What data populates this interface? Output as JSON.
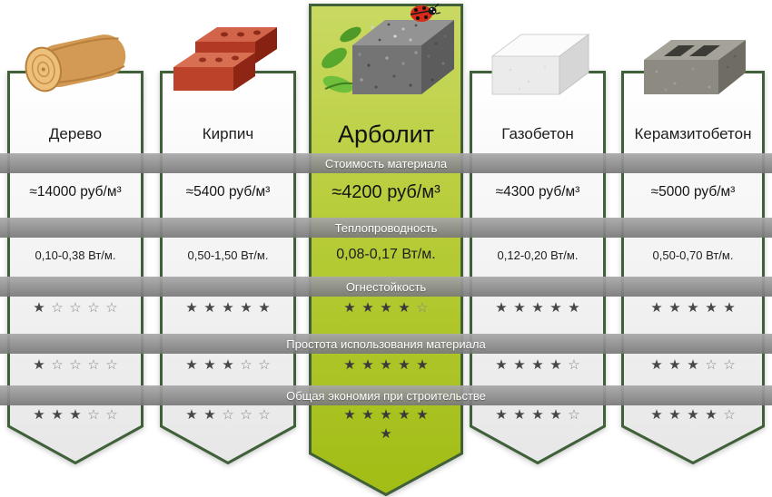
{
  "chart_data": {
    "type": "table",
    "categories": [
      "Дерево",
      "Кирпич",
      "Арболит",
      "Газобетон",
      "Керамзитобетон"
    ],
    "highlighted_column": "Арболит",
    "rows": [
      {
        "label": "Стоимость материала",
        "values": [
          "≈14000 руб/м³",
          "≈5400 руб/м³",
          "≈4200 руб/м³",
          "≈4300 руб/м³",
          "≈5000 руб/м³"
        ]
      },
      {
        "label": "Теплопроводность",
        "values": [
          "0,10-0,38 Вт/м.",
          "0,50-1,50 Вт/м.",
          "0,08-0,17 Вт/м.",
          "0,12-0,20 Вт/м.",
          "0,50-0,70 Вт/м."
        ]
      },
      {
        "label": "Огнестойкость",
        "values": [
          1,
          5,
          4,
          5,
          5
        ],
        "scale": "stars out of 5"
      },
      {
        "label": "Простота использования материала",
        "values": [
          1,
          3,
          5,
          4,
          3
        ],
        "scale": "stars out of 5"
      },
      {
        "label": "Общая экономия при строительстве",
        "values": [
          3,
          2,
          6,
          4,
          4
        ],
        "scale": "stars out of 5; Арболит shows 6 stars"
      }
    ],
    "legend_position": "none",
    "grid": false
  },
  "icons": [
    "wood-log-icon",
    "bricks-icon",
    "arbolite-block-icon",
    "ladybug-icon",
    "leaf-icon",
    "aerated-concrete-block-icon",
    "expanded-clay-concrete-block-icon",
    "star-icon"
  ],
  "colors": {
    "highlight_green_top": "#c9d962",
    "highlight_green_bottom": "#a2bd15",
    "banner_border": "#3f6039",
    "banner_fill_top": "#ffffff",
    "banner_fill_bottom": "#e7e7e7",
    "bar_gray": "#8c8c8c",
    "bar_text": "#ffffff",
    "star_filled": "#474747",
    "star_empty": "#858585",
    "text_dark": "#1d1d1d"
  }
}
